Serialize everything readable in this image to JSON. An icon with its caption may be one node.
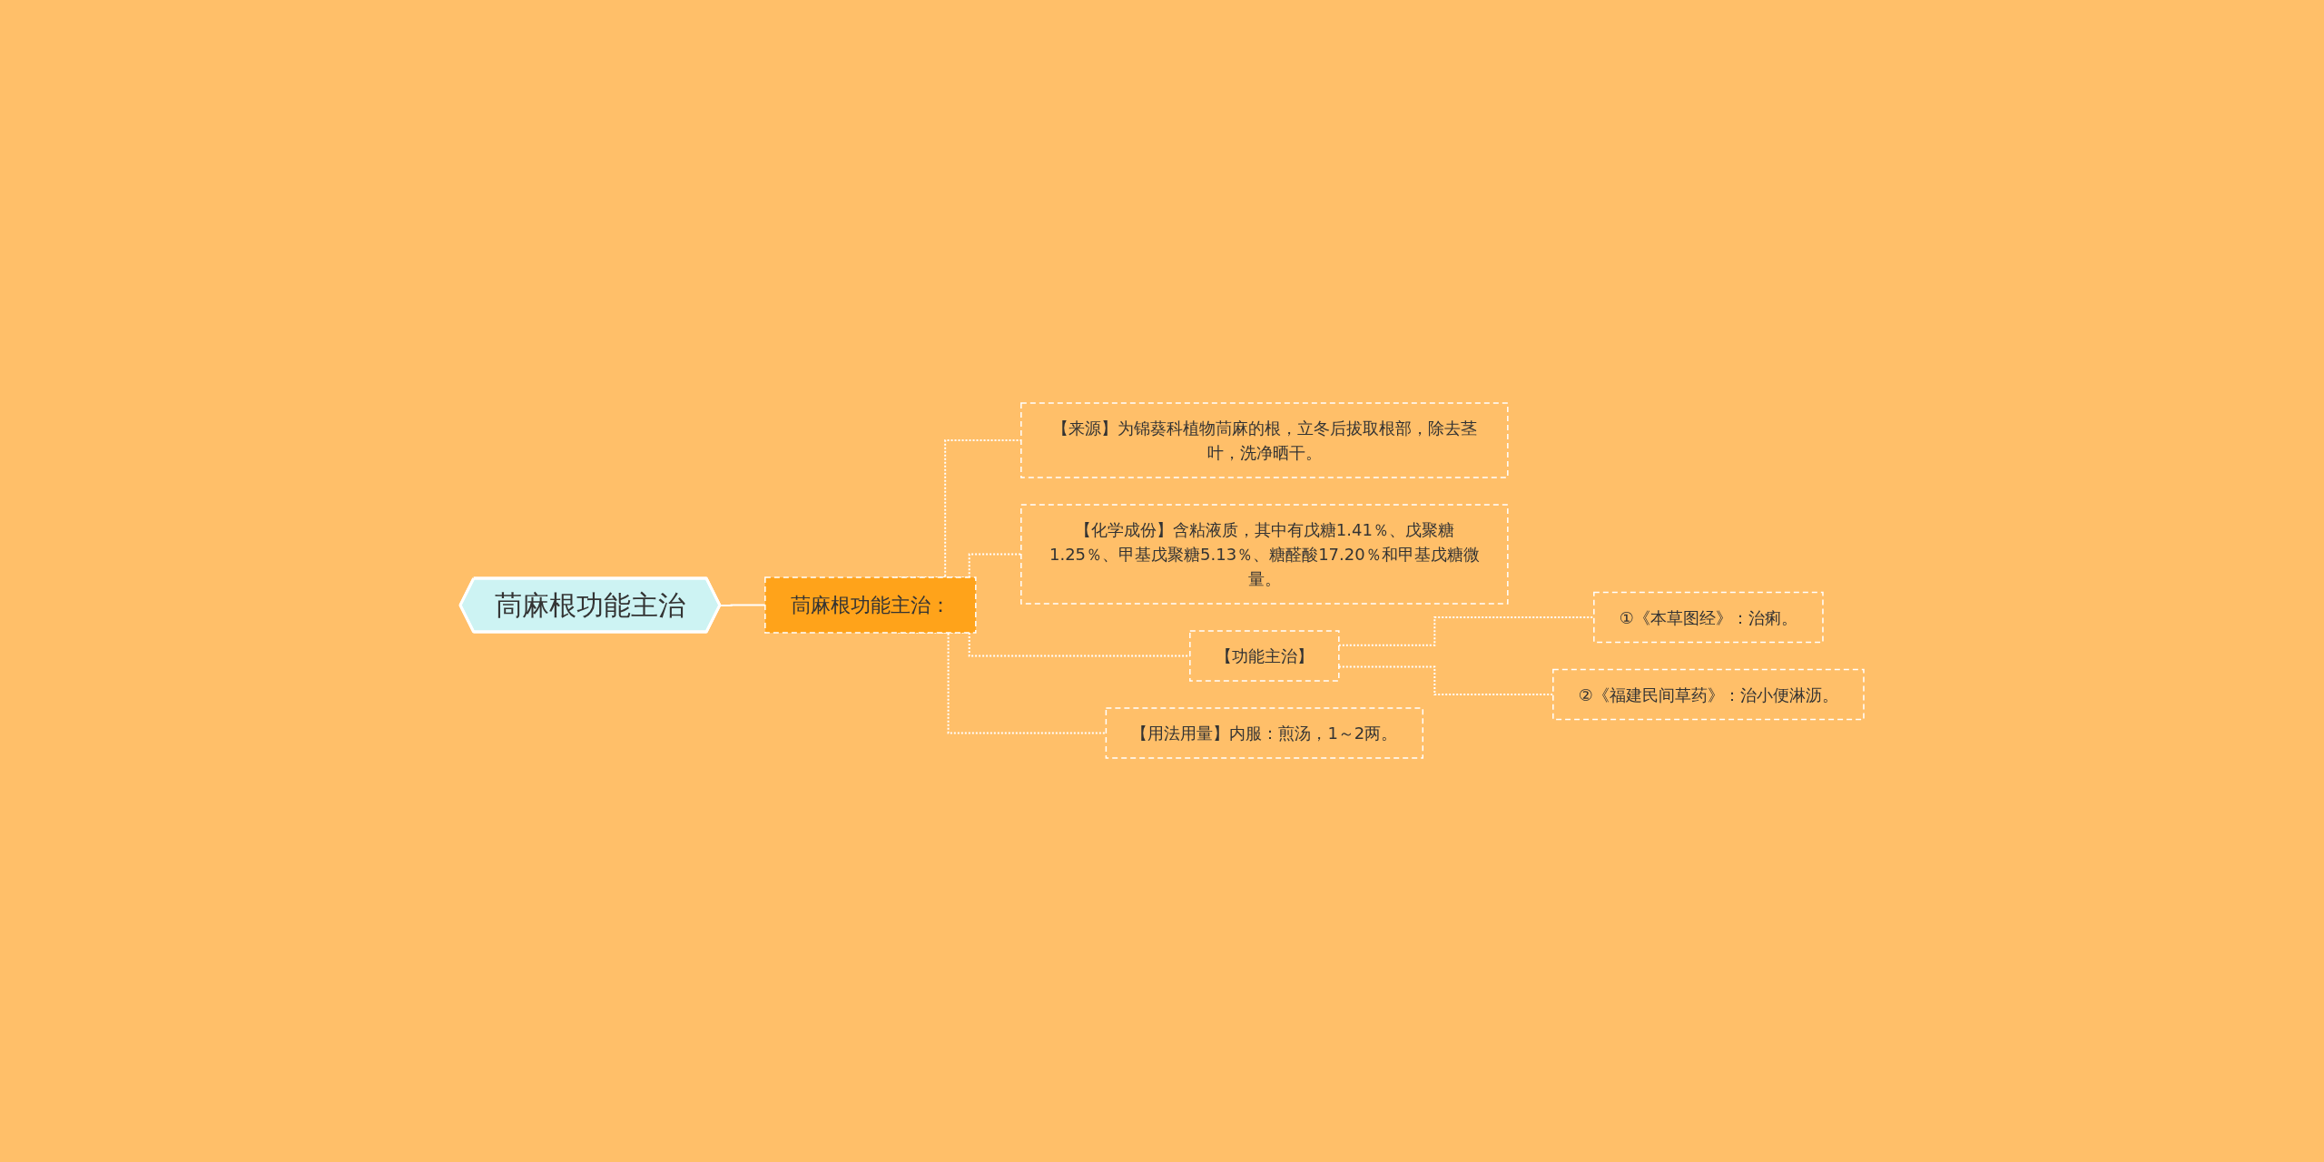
{
  "diagram": {
    "nodes": [
      {
        "text": [
          "茼麻根功能主治"
        ]
      },
      {
        "text": [
          "茼麻根功能主治："
        ]
      },
      {
        "text": [
          "【来源】为锦葵科植物茼麻的根，立冬后拔取根部，除去茎叶，洗净晒干。"
        ]
      },
      {
        "text": [
          "【化学成份】含粘液质，其中有戊糖1.41％、戊聚糖1.25％、甲基戊聚糖5.13％、糖醛酸17.20％和甲基戊糖微量。"
        ]
      },
      {
        "text": [
          "【功能主治】"
        ]
      },
      {
        "text": [
          "①《本草图经》：治痢。"
        ]
      },
      {
        "text": [
          "②《福建民间草药》：治小便淋沥。"
        ]
      },
      {
        "text": [
          "【用法用量】内服：煎汤，1～2两。"
        ]
      }
    ],
    "edges": [
      {
        "from": 0,
        "to": 1,
        "arrow": "none"
      },
      {
        "from": 1,
        "to": 2,
        "arrow": "none",
        "style": "dashed"
      },
      {
        "from": 1,
        "to": 3,
        "arrow": "none",
        "style": "dashed"
      },
      {
        "from": 1,
        "to": 4,
        "arrow": "none",
        "style": "dashed"
      },
      {
        "from": 4,
        "to": 5,
        "arrow": "none",
        "style": "dashed"
      },
      {
        "from": 4,
        "to": 6,
        "arrow": "none",
        "style": "dashed"
      },
      {
        "from": 1,
        "to": 7,
        "arrow": "none",
        "style": "dashed"
      }
    ]
  }
}
